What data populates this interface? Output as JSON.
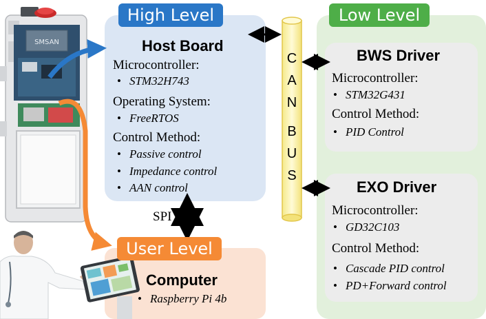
{
  "high_level": {
    "tag": "High Level",
    "board": "Host Board",
    "mcu_heading": "Microcontroller:",
    "mcu": "STM32H743",
    "os_heading": "Operating System:",
    "os": "FreeRTOS",
    "control_heading": "Control Method:",
    "controls": [
      "Passive control",
      "Impedance control",
      "AAN control"
    ]
  },
  "low_level": {
    "tag": "Low Level",
    "bws": {
      "board": "BWS Driver",
      "mcu_heading": "Microcontroller:",
      "mcu": "STM32G431",
      "control_heading": "Control Method:",
      "controls": [
        "PID Control"
      ]
    },
    "exo": {
      "board": "EXO Driver",
      "mcu_heading": "Microcontroller:",
      "mcu": "GD32C103",
      "control_heading": "Control Method:",
      "controls": [
        "Cascade PID control",
        "PD+Forward control"
      ]
    }
  },
  "user_level": {
    "tag": "User Level",
    "board": "Computer",
    "items": [
      "Raspberry Pi 4b"
    ]
  },
  "bus": {
    "letters": [
      "C",
      "A",
      "N",
      "B",
      "U",
      "S"
    ]
  },
  "spi_label": "SPI",
  "bullet_char": "•",
  "colors": {
    "high_tag": "#2a77c7",
    "high_panel": "#dbe6f4",
    "low_tag": "#4eae48",
    "low_panel": "#e2f0dc",
    "user_tag": "#f58a35",
    "user_panel": "#fbe2d3",
    "driver_panel": "#ececec",
    "bus_fill": "#fdf7bc",
    "bus_stroke": "#e2c64a",
    "arrow_blue": "#2a77c7",
    "arrow_orange": "#f58a35"
  },
  "device_label": "SMSAN"
}
